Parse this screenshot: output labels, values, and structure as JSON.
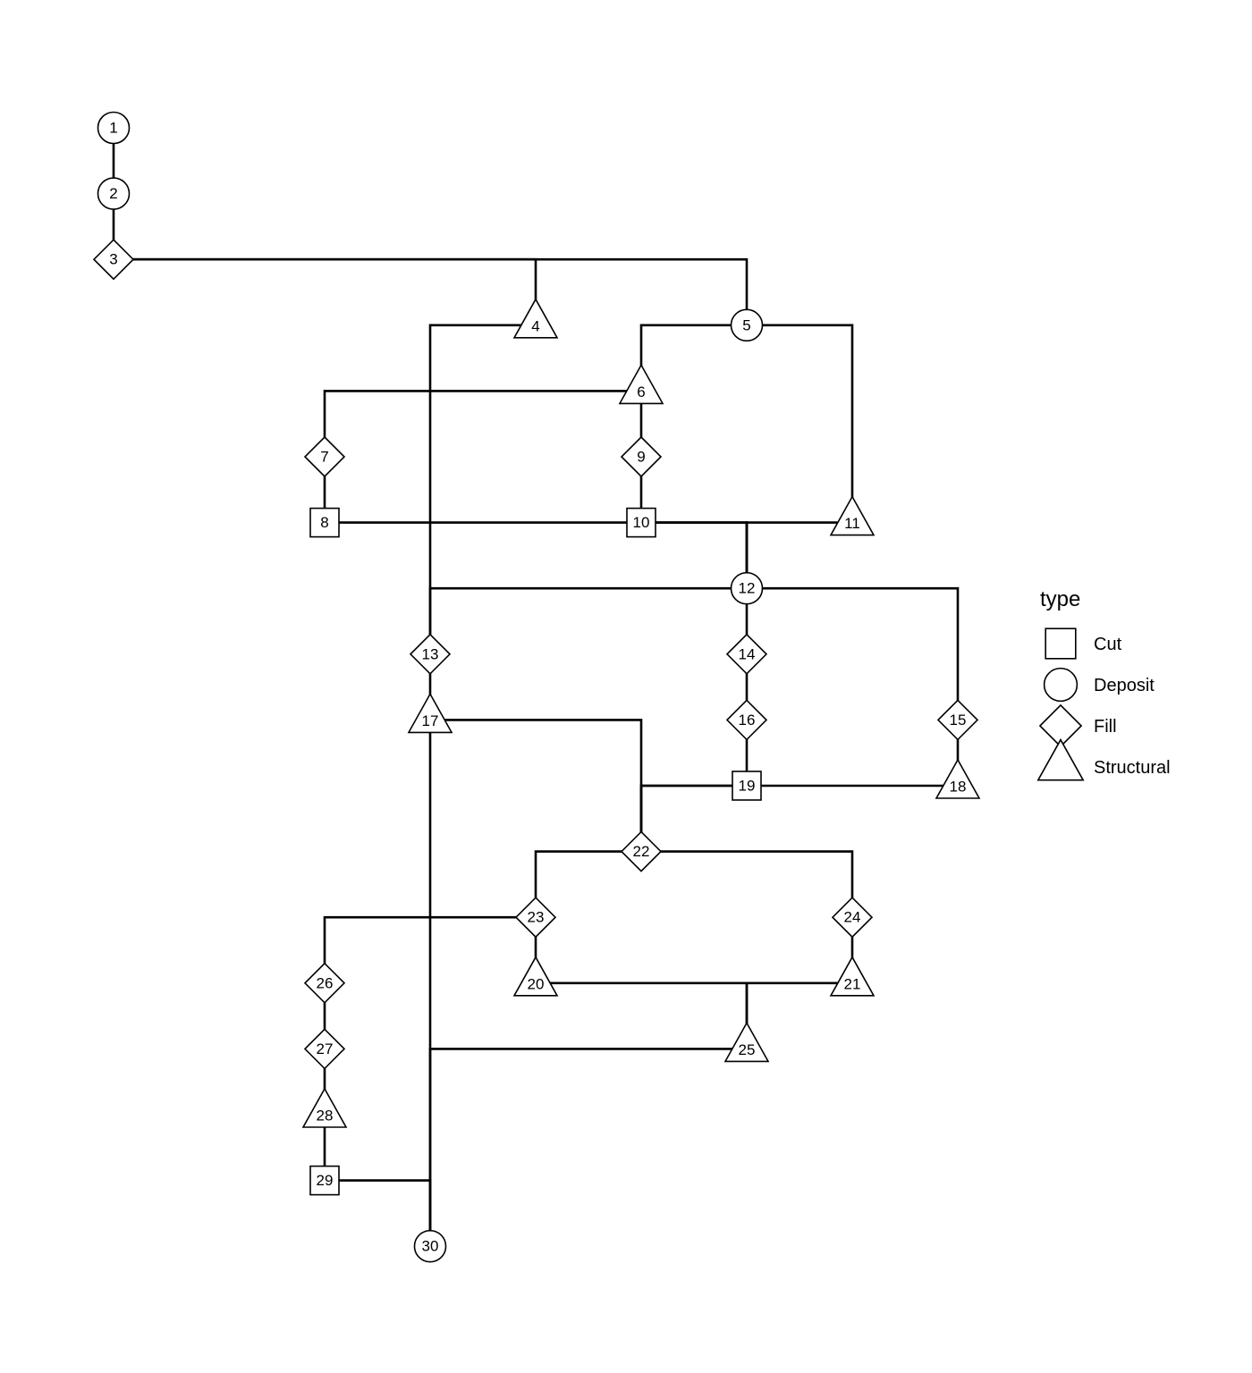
{
  "diagram": {
    "legend": {
      "title": "type",
      "items": [
        {
          "type": "Cut",
          "label": "Cut"
        },
        {
          "type": "Deposit",
          "label": "Deposit"
        },
        {
          "type": "Fill",
          "label": "Fill"
        },
        {
          "type": "Structural",
          "label": "Structural"
        }
      ]
    },
    "nodes": [
      {
        "id": "1",
        "type": "Deposit"
      },
      {
        "id": "2",
        "type": "Deposit"
      },
      {
        "id": "3",
        "type": "Fill"
      },
      {
        "id": "4",
        "type": "Structural"
      },
      {
        "id": "5",
        "type": "Deposit"
      },
      {
        "id": "6",
        "type": "Structural"
      },
      {
        "id": "7",
        "type": "Fill"
      },
      {
        "id": "8",
        "type": "Cut"
      },
      {
        "id": "9",
        "type": "Fill"
      },
      {
        "id": "10",
        "type": "Cut"
      },
      {
        "id": "11",
        "type": "Structural"
      },
      {
        "id": "12",
        "type": "Deposit"
      },
      {
        "id": "13",
        "type": "Fill"
      },
      {
        "id": "14",
        "type": "Fill"
      },
      {
        "id": "15",
        "type": "Fill"
      },
      {
        "id": "16",
        "type": "Fill"
      },
      {
        "id": "17",
        "type": "Structural"
      },
      {
        "id": "18",
        "type": "Structural"
      },
      {
        "id": "19",
        "type": "Cut"
      },
      {
        "id": "20",
        "type": "Structural"
      },
      {
        "id": "21",
        "type": "Structural"
      },
      {
        "id": "22",
        "type": "Fill"
      },
      {
        "id": "23",
        "type": "Fill"
      },
      {
        "id": "24",
        "type": "Fill"
      },
      {
        "id": "25",
        "type": "Structural"
      },
      {
        "id": "26",
        "type": "Fill"
      },
      {
        "id": "27",
        "type": "Fill"
      },
      {
        "id": "28",
        "type": "Structural"
      },
      {
        "id": "29",
        "type": "Cut"
      },
      {
        "id": "30",
        "type": "Deposit"
      }
    ],
    "edges": [
      [
        "1",
        "2"
      ],
      [
        "2",
        "3"
      ],
      [
        "3",
        "4"
      ],
      [
        "3",
        "5"
      ],
      [
        "4",
        "13"
      ],
      [
        "5",
        "6"
      ],
      [
        "5",
        "11"
      ],
      [
        "6",
        "7"
      ],
      [
        "6",
        "9"
      ],
      [
        "7",
        "8"
      ],
      [
        "9",
        "10"
      ],
      [
        "8",
        "12"
      ],
      [
        "10",
        "12"
      ],
      [
        "11",
        "12"
      ],
      [
        "12",
        "13"
      ],
      [
        "12",
        "14"
      ],
      [
        "12",
        "15"
      ],
      [
        "13",
        "17"
      ],
      [
        "14",
        "16"
      ],
      [
        "16",
        "19"
      ],
      [
        "15",
        "18"
      ],
      [
        "17",
        "22"
      ],
      [
        "19",
        "22"
      ],
      [
        "18",
        "22"
      ],
      [
        "22",
        "23"
      ],
      [
        "22",
        "24"
      ],
      [
        "23",
        "20"
      ],
      [
        "23",
        "26"
      ],
      [
        "24",
        "21"
      ],
      [
        "20",
        "25"
      ],
      [
        "21",
        "25"
      ],
      [
        "26",
        "27"
      ],
      [
        "27",
        "28"
      ],
      [
        "28",
        "29"
      ],
      [
        "17",
        "30"
      ],
      [
        "25",
        "30"
      ],
      [
        "29",
        "30"
      ]
    ]
  }
}
